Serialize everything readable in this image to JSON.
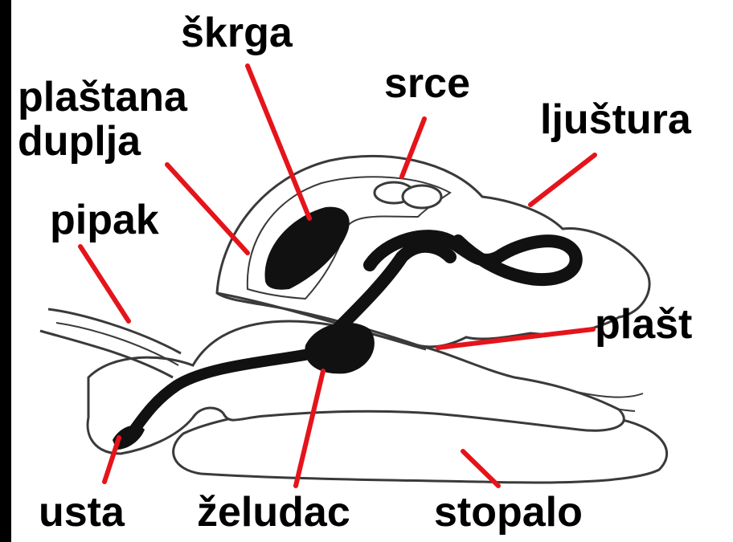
{
  "labels": {
    "skrga": "škrga",
    "plastana_duplja_1": "plaštana",
    "plastana_duplja_2": "duplja",
    "srce": "srce",
    "ljustura": "ljuštura",
    "pipak": "pipak",
    "plast": "plašt",
    "usta": "usta",
    "zeludac": "želudac",
    "stopalo": "stopalo"
  },
  "colors": {
    "pointer": "#e5141b",
    "ink": "#000000",
    "outline": "#3a3a3a",
    "background": "#ffffff"
  }
}
